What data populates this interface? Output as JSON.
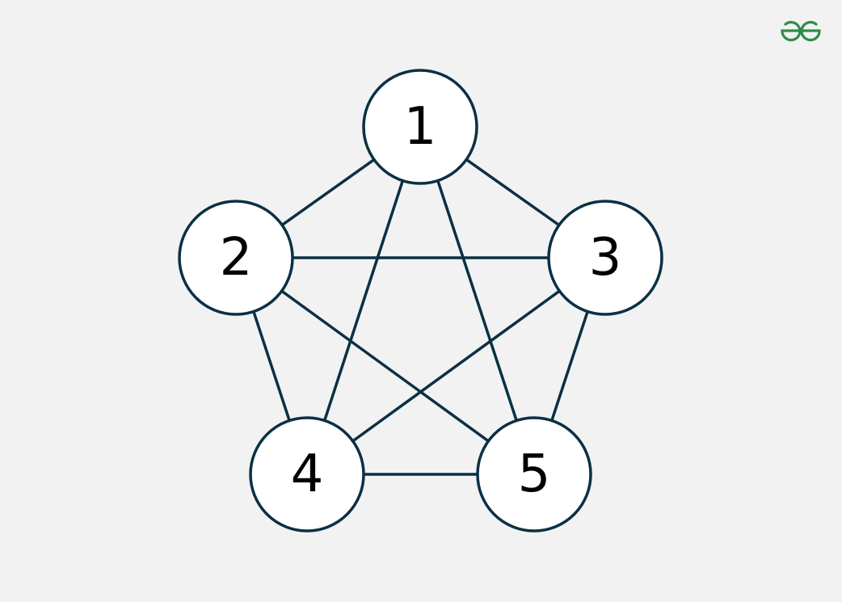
{
  "colors": {
    "background": "#f2f2f2",
    "edge": "#0b3044",
    "node_fill": "#ffffff",
    "node_stroke": "#0b3044",
    "logo": "#2f8d46"
  },
  "logo": {
    "icon": "gfg-logo-icon"
  },
  "graph": {
    "type": "complete-graph",
    "nodes": [
      {
        "id": "1",
        "label": "1"
      },
      {
        "id": "2",
        "label": "2"
      },
      {
        "id": "3",
        "label": "3"
      },
      {
        "id": "4",
        "label": "4"
      },
      {
        "id": "5",
        "label": "5"
      }
    ],
    "edges": [
      [
        "1",
        "2"
      ],
      [
        "1",
        "3"
      ],
      [
        "1",
        "4"
      ],
      [
        "1",
        "5"
      ],
      [
        "2",
        "3"
      ],
      [
        "2",
        "4"
      ],
      [
        "2",
        "5"
      ],
      [
        "3",
        "4"
      ],
      [
        "3",
        "5"
      ],
      [
        "4",
        "5"
      ]
    ]
  }
}
